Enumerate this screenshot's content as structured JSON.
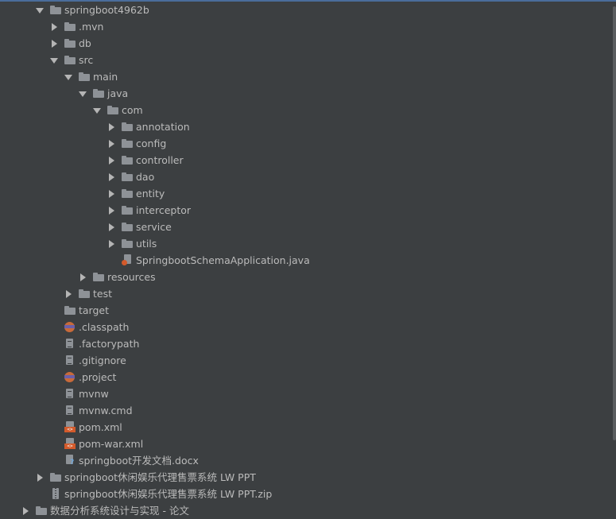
{
  "tree": [
    {
      "label": "springboot4962b",
      "icon": "folder-icon",
      "expanded": true,
      "level": 0
    },
    {
      "label": ".mvn",
      "icon": "folder-icon",
      "expanded": false,
      "level": 1
    },
    {
      "label": "db",
      "icon": "folder-icon",
      "expanded": false,
      "level": 1
    },
    {
      "label": "src",
      "icon": "folder-icon",
      "expanded": true,
      "level": 1
    },
    {
      "label": "main",
      "icon": "folder-icon",
      "expanded": true,
      "level": 2
    },
    {
      "label": "java",
      "icon": "folder-icon",
      "expanded": true,
      "level": 3
    },
    {
      "label": "com",
      "icon": "folder-icon",
      "expanded": true,
      "level": 4
    },
    {
      "label": "annotation",
      "icon": "folder-icon",
      "expanded": false,
      "level": 5
    },
    {
      "label": "config",
      "icon": "folder-icon",
      "expanded": false,
      "level": 5
    },
    {
      "label": "controller",
      "icon": "folder-icon",
      "expanded": false,
      "level": 5
    },
    {
      "label": "dao",
      "icon": "folder-icon",
      "expanded": false,
      "level": 5
    },
    {
      "label": "entity",
      "icon": "folder-icon",
      "expanded": false,
      "level": 5
    },
    {
      "label": "interceptor",
      "icon": "folder-icon",
      "expanded": false,
      "level": 5
    },
    {
      "label": "service",
      "icon": "folder-icon",
      "expanded": false,
      "level": 5
    },
    {
      "label": "utils",
      "icon": "folder-icon",
      "expanded": false,
      "level": 5
    },
    {
      "label": "SpringbootSchemaApplication.java",
      "icon": "java-file-icon",
      "level": 5
    },
    {
      "label": "resources",
      "icon": "folder-icon",
      "expanded": false,
      "level": 3
    },
    {
      "label": "test",
      "icon": "folder-icon",
      "expanded": false,
      "level": 2
    },
    {
      "label": "target",
      "icon": "folder-icon",
      "level": 1
    },
    {
      "label": ".classpath",
      "icon": "eclipse-file-icon",
      "level": 1
    },
    {
      "label": ".factorypath",
      "icon": "file-icon",
      "level": 1
    },
    {
      "label": ".gitignore",
      "icon": "file-icon",
      "level": 1
    },
    {
      "label": ".project",
      "icon": "eclipse-file-icon",
      "level": 1
    },
    {
      "label": "mvnw",
      "icon": "file-icon",
      "level": 1
    },
    {
      "label": "mvnw.cmd",
      "icon": "file-icon",
      "level": 1
    },
    {
      "label": "pom.xml",
      "icon": "xml-file-icon",
      "level": 1
    },
    {
      "label": "pom-war.xml",
      "icon": "xml-file-icon",
      "level": 1
    },
    {
      "label": "springboot开发文档.docx",
      "icon": "docx-file-icon",
      "level": 1
    },
    {
      "label": "springboot休闲娱乐代理售票系统 LW PPT",
      "icon": "folder-icon",
      "expanded": false,
      "level": 0
    },
    {
      "label": "springboot休闲娱乐代理售票系统 LW PPT.zip",
      "icon": "zip-file-icon",
      "level": 0
    },
    {
      "label": "数据分析系统设计与实现 - 论文",
      "icon": "folder-icon",
      "expanded": false,
      "level": -1
    }
  ],
  "colors": {
    "background": "#3c3f41",
    "text": "#bbbbbb",
    "folder": "#8e9297",
    "accent_line": "#4a6d9b",
    "java": "#d35a2b"
  }
}
